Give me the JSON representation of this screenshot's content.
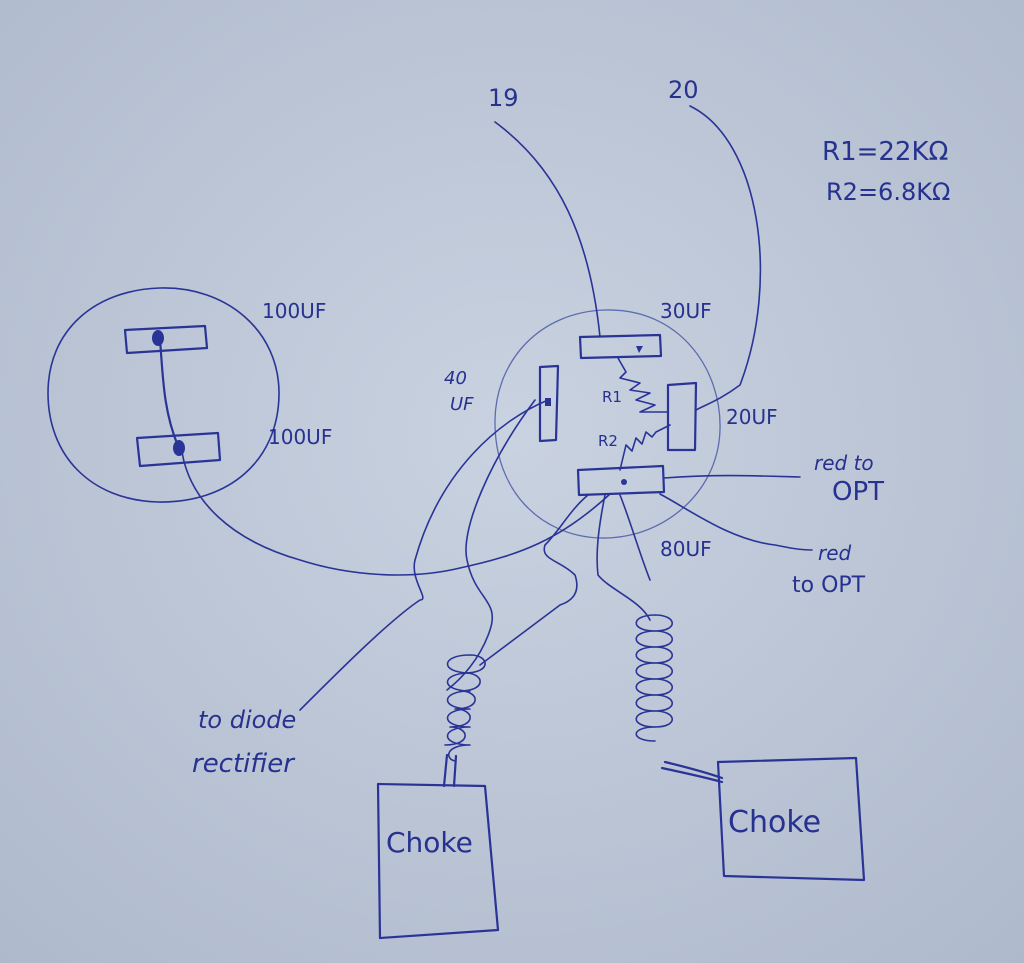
{
  "labels": {
    "pin19": "19",
    "pin20": "20",
    "r1_value": "R1=22KΩ",
    "r2_value": "R2=6.8KΩ",
    "cap_100uf_top": "100UF",
    "cap_100uf_bottom": "100UF",
    "cap_30uf": "30UF",
    "cap_40uf_num": "40",
    "cap_40uf_unit": "UF",
    "cap_20uf": "20UF",
    "cap_80uf": "80UF",
    "r1_tag": "R1",
    "r2_tag": "R2",
    "red_opt_1_line1": "red to",
    "red_opt_1_line2": "OPT",
    "red_opt_2_line1": "red",
    "red_opt_2_line2": "to OPT",
    "rectifier_line1": "to diode",
    "rectifier_line2": "rectifier",
    "choke_left": "Choke",
    "choke_right": "Choke"
  }
}
